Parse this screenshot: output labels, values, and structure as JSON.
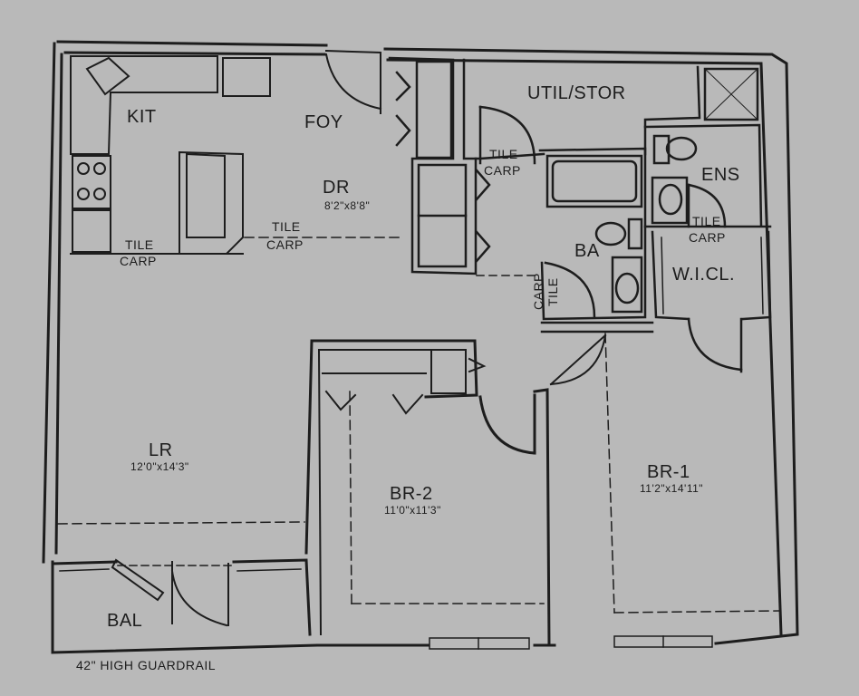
{
  "rooms": {
    "kit": "KIT",
    "foy": "FOY",
    "util": "UTIL/STOR",
    "ens": "ENS",
    "dr": "DR",
    "dr_dim": "8'2\"x8'8\"",
    "ba": "BA",
    "wicl": "W.I.CL.",
    "lr": "LR",
    "lr_dim": "12'0\"x14'3\"",
    "br2": "BR-2",
    "br2_dim": "11'0\"x11'3\"",
    "br1": "BR-1",
    "br1_dim": "11'2\"x14'11\"",
    "bal": "BAL"
  },
  "flooring": {
    "tile": "TILE",
    "carp": "CARP"
  },
  "note": "42\" HIGH GUARDRAIL",
  "colors": {
    "paper": "#b9b9b9",
    "ink": "#1d1d1d"
  }
}
